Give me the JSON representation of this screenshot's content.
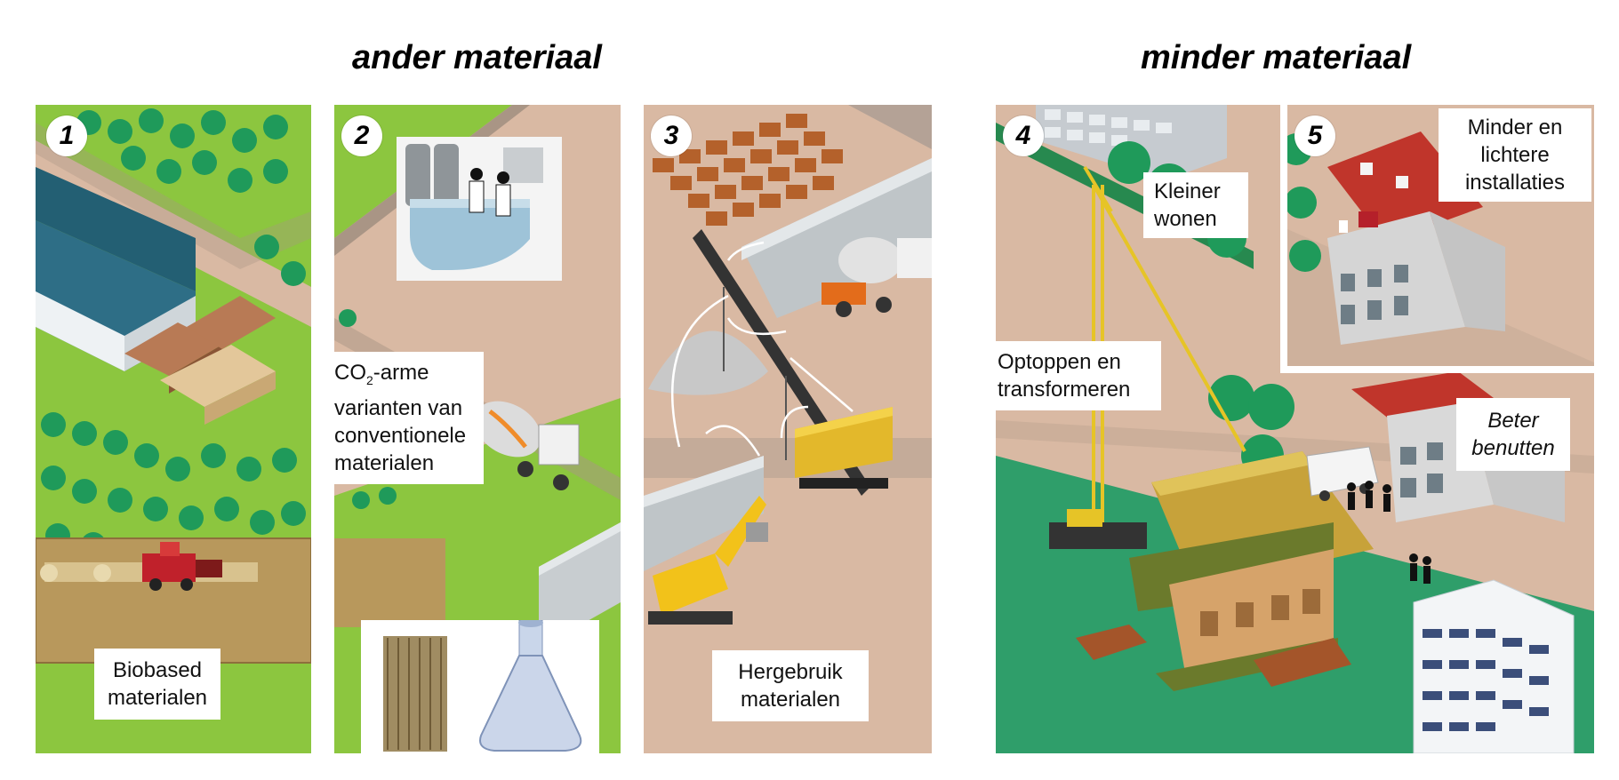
{
  "headings": {
    "left": "ander materiaal",
    "right": "minder materiaal"
  },
  "panels": [
    {
      "number": "1",
      "label_lines": [
        "Biobased",
        "materialen"
      ]
    },
    {
      "number": "2",
      "label_lines": [
        "CO",
        "2",
        "-arme",
        "varianten van",
        "conventionele",
        "materialen"
      ]
    },
    {
      "number": "3",
      "label_lines": [
        "Hergebruik",
        "materialen"
      ]
    },
    {
      "number": "4",
      "labels": {
        "kleiner": [
          "Kleiner",
          "wonen"
        ],
        "optoppen": [
          "Optoppen en",
          "transformeren"
        ],
        "beter": [
          "Beter",
          "benutten"
        ]
      }
    },
    {
      "number": "5",
      "label_lines": [
        "Minder en",
        "lichtere",
        "installaties"
      ]
    }
  ],
  "colors": {
    "grass": "#8cc63f",
    "grass_dark": "#7ab534",
    "road": "#d9b9a3",
    "road_edge": "#a99585",
    "tree": "#1f9a5a",
    "field": "#b8985c",
    "roof_red": "#c0352b",
    "crane_yellow": "#f2d13a",
    "green_floor": "#2f9e6a"
  }
}
